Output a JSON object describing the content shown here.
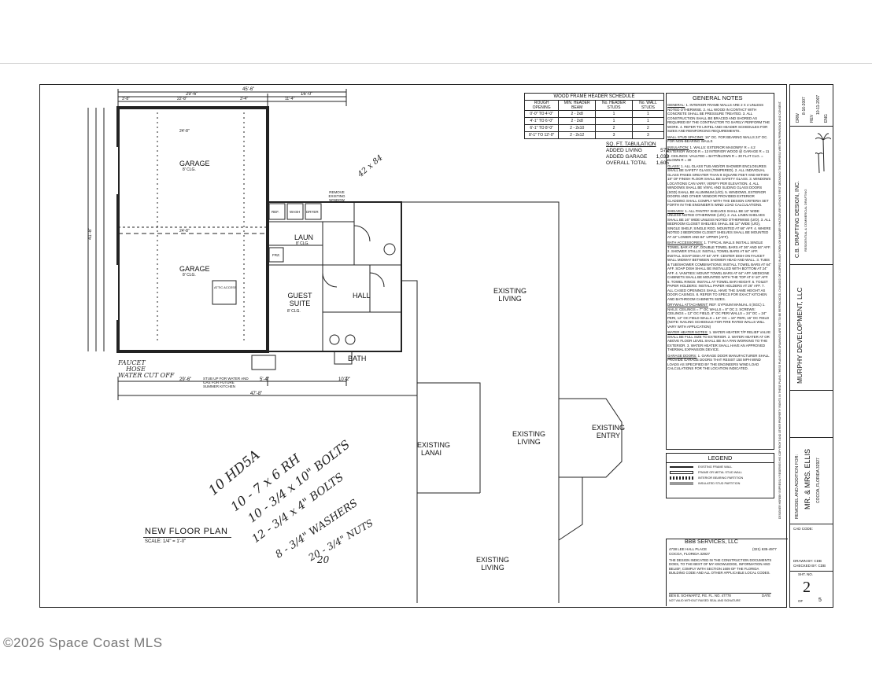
{
  "header_schedule": {
    "title": "WOOD FRAME HEADER SCHEDULE",
    "columns": [
      "ROUGH OPENING",
      "MIN. HEADER BEAM",
      "No. HEADER STUDS",
      "No. WALL STUDS"
    ],
    "rows": [
      [
        "0'-0\" TO 4'-0\"",
        "2 - 2x8",
        "1",
        "1"
      ],
      [
        "4'-1\" TO 6'-0\"",
        "2 - 2x8",
        "1",
        "1"
      ],
      [
        "6'-1\" TO 8'-0\"",
        "2 - 2x10",
        "2",
        "2"
      ],
      [
        "8'-1\" TO 12'-0\"",
        "2 - 2x12",
        "3",
        "3"
      ]
    ]
  },
  "sq_ft": {
    "title": "SQ. FT. TABULATION",
    "rows": [
      {
        "label": "ADDED LIVING",
        "value": "572"
      },
      {
        "label": "ADDED GARAGE",
        "value": "1,033"
      },
      {
        "label": "OVERALL TOTAL",
        "value": "1,605"
      }
    ]
  },
  "general_notes": {
    "title": "GENERAL NOTES",
    "sections": [
      {
        "heading": "GENERAL:",
        "text": "1. INTERIOR FRAME WALLS ARE 2 X 4 UNLESS NOTED OTHERWISE. 2. ALL WOOD IN CONTACT WITH CONCRETE SHALL BE PRESSURE TREATED. 3. ALL CONSTRUCTION SHALL BE BRACED AND SHORED AS REQUIRED BY THE CONTRACTOR TO SAFELY PERFORM THE WORK. 4. REFER TO LINTEL AND HEADER SCHEDULES FOR SIZES AND REINFORCING REQUIREMENTS."
      },
      {
        "heading": "WALL STUD SPACING:",
        "text": "16\" OC. FOR BEARING WALLS 24\" OC. FOR NON-BEARING WALLS"
      },
      {
        "heading": "INSULATION:",
        "text": "1. WALLS: EXTERIOR MASONRY R = 4.2 EXTERIOR WOOD R = 13 INTERIOR WOOD @ GARAGE R = 11 2. CEILINGS: VAULTED = BATT/BLOWN R = 30 FLAT CLG. = BLOWN R = 30"
      },
      {
        "heading": "GLASS:",
        "text": "1. ALL GLASS TUB AND/OR SHOWER ENCLOSURES SHALL BE SAFETY GLASS (TEMPERED). 2. ALL INDIVIDUAL GLASS PANES GREATER THAN 9 SQUARE FEET AND WITHIN 18\" OF FINISH FLOOR SHALL BE SAFETY GLASS. 3. WINDOWS LOCATIONS CAN VARY, VERIFY PER ELEVATION. 4. ALL WINDOWS SHALL BE VINYL AND SLIDING GLASS DOORS (SGD) SHALL BE ALUMINUM (U/O). 5. WINDOWS, EXTERIOR DOORS AND OTHER VENDOR PROVIDED EXTERIOR CLADDING SHALL COMPLY WITH THE DESIGN CRITERIA SET FORTH IN THE ENGINEER'S WIND LOAD CALCULATIONS."
      },
      {
        "heading": "SHELVES:",
        "text": "1. ALL PANTRY SHELVES SHALL BE 16\" WIDE UNLESS NOTED OTHERWISE (U/O). 2. ALL LINEN SHELVES SHALL BE 16\" WIDE UNLESS NOTED OTHERWISE (U/O). 3. ALL BEDROOM CLOSET SHELVES SHALL BE 12\" WIDE (U/O), SINGLE SHELF, SINGLE ROD, MOUNTED AT 66\" AFF. 4. WHERE NOTED 2 BEDROOM CLOSET SHELVES SHALL BE MOUNTED AT 42\" LOWER AND 84\" UPPER (AFF)."
      },
      {
        "heading": "BATH ACCESSORIES:",
        "text": "1. TYPICAL WALLS INSTALL SINGLE TOWEL BAR AT 48\", DOUBLE TOWEL BARS AT 36\" AND 84\" AFF. 2. SHOWER STALLS: INSTALL TOWEL BARS AT 64\" AFF. INSTALL SOAP DISH AT 54\" AFF. CENTER DISH ON FAUCET WALL MIDWAY BETWEEN SHOWER HEAD AND WALL. 3. TUBS & TUB/SHOWER COMBINATIONS: INSTALL TOWEL BARS AT 64\" AFF. SOAP DISH SHALL BE INSTALLED WITH BOTTOM AT 24\" AFF. 4. VANITIES: MOUNT TOWEL BARS AT 64\" AFF. MEDICINE CABINETS SHALL BE MOUNTED WITH THE TOP AT 6'-10\" AFF. 5. TOWEL RINGS: INSTALL AT TOWEL BAR HEIGHT. 6. TOILET PAPER HOLDERS: INSTALL PAPER HOLDERS AT 26\" AFF. 7. ALL CASED OPENINGS SHALL HAVE THE SAME HEIGHT AS DOOR CASINGS. 8. REFER TO SPECS FOR EXACT KITCHEN AND BATHROOM CABINETS SIZES."
      },
      {
        "heading": "DRYWALL ATTACHMENT:",
        "text": "REF. GYPSUM MANUAL 4 (SGC) 1. NAILS: CEILINGS = 7\" OC WALLS = 8\" OC 2. SCREWS: CEILINGS = 12\" OC FIELD, 8\" OC PERI WALLS = 24\" OC = 24\" PERI, 12\" OC FIELD WALLS = 16\" OC = 16\" PERI, 16\" OC FIELD (NOTE: NAILING SCHEDULE FOR FIRE RATED WALLS WILL VARY WITH APPLICATION)"
      },
      {
        "heading": "WATER HEATER NOTES:",
        "text": "1. WATER HEATER T/P RELIEF VALVE SHALL BE FULL SIZE TO EXTERIOR. 2. WATER HEATER AT OR ABOVE FLOOR LEVEL SHALL BE IN A PAN WORKING TO THE EXTERIOR. 3. WATER HEATER SHALL HAVE AN APPROVED THERMAL EXPANSION DEVICE."
      },
      {
        "heading": "GARAGE DOORS:",
        "text": "1. GARAGE DOOR MANUFACTURER SHALL PROVIDE GARAGE DOORS THAT RESIST 150 MPH WIND LOADS AS SPECIFIED BY THE ENGINEERS WIND LOAD CALCULATIONS FOR THE LOCATION INDICATED."
      }
    ]
  },
  "legend": {
    "title": "LEGEND",
    "items": [
      "EXISTING FRAME WALL",
      "FRAME OR METAL STUD WALL",
      "INTERIOR BEARING PARTITION",
      "INSULATED STUD PARTITION"
    ]
  },
  "rooms": {
    "garage_1": "GARAGE",
    "garage_1_clg": "8' CLG.",
    "garage_2": "GARAGE",
    "garage_2_clg": "8' CLG.",
    "laun": "LAUN",
    "laun_clg": "8' CLG.",
    "guest_suite": "GUEST SUITE",
    "guest_suite_clg": "8' CLG.",
    "hall": "HALL",
    "bath": "BATH",
    "existing_living_1": "EXISTING LIVING",
    "existing_living_2": "EXISTING LIVING",
    "existing_living_3": "EXISTING LIVING",
    "existing_lanai": "EXISTING LANAI",
    "existing_entry": "EXISTING ENTRY",
    "ref": "REF.",
    "wash": "WASH",
    "dryer": "DRYER",
    "frz": "FRZ.",
    "attic": "ATTIC ACCESS"
  },
  "plan_notes": {
    "remove_window": "REMOVE EXISTING WINDOW",
    "stub_up": "STUB UP FOR WATER AND GAS FOR FUTURE SUMMER KITCHEN",
    "hand_faucet": "FAUCET",
    "hand_hose": "HOSE",
    "hand_water_cutoff": "WATER CUT OFF"
  },
  "dimensions": {
    "overall_top": "45'-6\"",
    "top_left": "29'-6\"",
    "top_right": "16'-0\"",
    "top_a": "3'-8\"",
    "top_b": "22'-8\"",
    "top_c": "3'-4\"",
    "top_d": "11'-4\"",
    "bottom_left": "29'-6\"",
    "bottom_mid": "5'-4\"",
    "bottom_right": "10'-2\"",
    "bottom_overall": "47'-8\"",
    "left_overall": "41'-8\"",
    "garage_w": "24'-8\"",
    "garage_h": "24'-8\""
  },
  "floor_plan": {
    "title": "NEW FLOOR PLAN",
    "scale": "SCALE: 1/4\" = 1'-0\""
  },
  "handwritten": {
    "line1": "10 HD5A",
    "line2": "10 - 7 x 6 RH",
    "line3": "10 - 3/4 x 10\" BOLTS",
    "line4": "12 - 3/4 x 4\" BOLTS",
    "line5": "8 - 3/4\" WASHERS",
    "line6": "20 - 3/4\" NUTS",
    "line7": "20",
    "top_note": "42 x 84"
  },
  "title_block": {
    "company": "MURPHY DEVELOPMENT, LLC",
    "drafting": "C.B. DRAFTING DESIGN, INC.",
    "drafting_sub": "RESIDENTIAL & COMMERCIAL DRAFTING",
    "project": "REMODEL AND ADDITION FOR:",
    "client": "MR. & MRS. ELLIS",
    "address": "COCOA, FLORIDA 32927",
    "cad_code": "CAD CODE:",
    "drawn_by": "DRAWN BY: CDB",
    "checked_by": "CHECKED BY: CDB",
    "sheet_label": "SHT. NO.",
    "sheet_no": "2",
    "of_label": "OF",
    "of_total": "5",
    "date_label": "DRW",
    "date_value": "8-16-2007",
    "rev_label": "REV",
    "rev_value": "10-11-2007",
    "eng_label": "ENG",
    "disclaimer": "DESIGNER HEREBY EXPRESSLY RESERVES HIS COPYRIGHT AND OTHER PROPERTY RIGHTS IN THESE PLANS. THESE PLANS AND DRAWINGS ARE NOT TO BE REPRODUCED, CHANGED OR COPIED IN ANY FORM OR MANNER WHATSOEVER WITHOUT FIRST OBTAINING THE EXPRESS WRITTEN PERMISSION AND CONSENT."
  },
  "engineer": {
    "company": "BBB SERVICES, LLC",
    "address1": "4738 LEE HALL PLACE",
    "address2": "COCOA, FLORIDA 32927",
    "phone": "(321) 635-4977",
    "statement": "THE DESIGN INDICATED IN THE CONSTRUCTION DOCUMENTS DOES, TO THE BEST OF MY KNOWLEDGE, INFORMATION AND BELIEF, COMPLY WITH SECTION 1609 OF THE FLORIDA BUILDING CODE AND ALL OTHER APPLICABLE LOCAL CODES.",
    "signature": "BEN B. SCHWARTZ, P.E. FL. NO. 47778",
    "date_label": "DATE",
    "seal_note": "NOT VALID WITHOUT RAISED SEAL AND SIGNATURE"
  },
  "watermark": "©2026 Space Coast MLS"
}
